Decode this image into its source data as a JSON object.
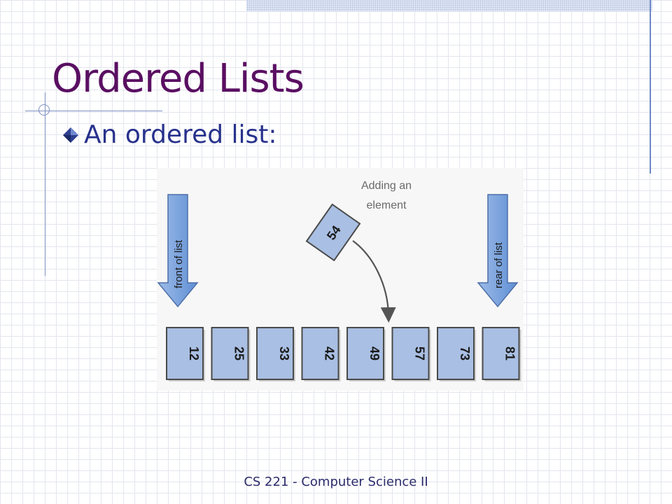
{
  "slide": {
    "title": "Ordered Lists",
    "bullet": "An ordered list:",
    "footer": "CS 221 - Computer Science II"
  },
  "figure": {
    "front_label": "front of list",
    "rear_label": "rear of list",
    "adding_label_line1": "Adding an",
    "adding_label_line2": "element",
    "new_element": "54",
    "list_values": [
      "12",
      "25",
      "33",
      "42",
      "49",
      "57",
      "73",
      "81"
    ]
  },
  "colors": {
    "title": "#5a0f62",
    "bullet_text": "#27318c",
    "box_fill": "#a9bfe3",
    "arrow_fill": "#7aa2dc"
  }
}
